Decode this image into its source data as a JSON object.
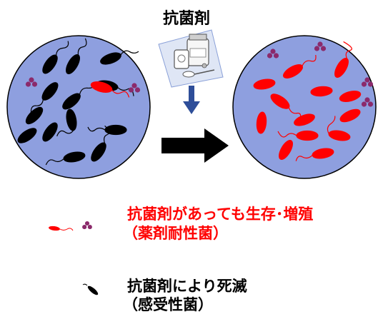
{
  "title": "抗菌剤",
  "legend": {
    "resistant": {
      "line1": "抗菌剤があっても生存･増殖",
      "line2": "（薬剤耐性菌）",
      "color": "#ff0000"
    },
    "sensitive": {
      "line1": "抗菌剤により死滅",
      "line2": "（感受性菌）",
      "color": "#000000"
    }
  },
  "colors": {
    "dish_fill": "#8e9fdf",
    "dish_stroke": "#000000",
    "resistant_bacteria": "#ff0000",
    "sensitive_bacteria": "#000000",
    "spores": "#8b2a6b",
    "drug_arrow": "#2e4e99",
    "main_arrow": "#000000"
  },
  "icons": [
    "petri-dish",
    "bacterium",
    "spore-cluster",
    "drug-bottle-icon",
    "down-arrow",
    "right-arrow"
  ]
}
